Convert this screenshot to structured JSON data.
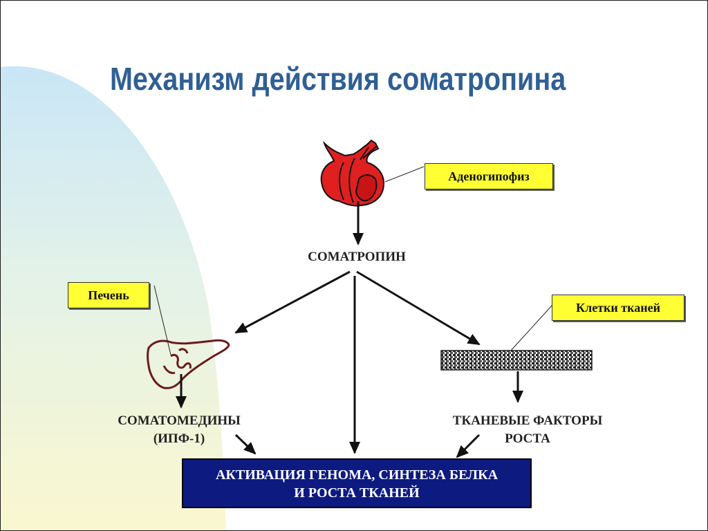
{
  "title": "Механизм действия соматропина",
  "callouts": {
    "pituitary": "Аденогипофиз",
    "liver": "Печень",
    "tissue_cells": "Клетки тканей"
  },
  "nodes": {
    "somatotropin": "СОМАТРОПИН",
    "somatomedins_line1": "СОМАТОМЕДИНЫ",
    "somatomedins_line2": "(ИПФ-1)",
    "tissue_factors_line1": "ТКАНЕВЫЕ ФАКТОРЫ",
    "tissue_factors_line2": "РОСТА",
    "result_line1": "АКТИВАЦИЯ ГЕНОМА, СИНТЕЗА БЕЛКА",
    "result_line2": "И РОСТА ТКАНЕЙ"
  },
  "colors": {
    "title": "#2f5f94",
    "callout_fill": "#ffff33",
    "result_fill": "#0d1a80",
    "pituitary": "#e02020",
    "liver_outline": "#6b1a1a"
  },
  "icons": [
    "pituitary-gland-icon",
    "liver-icon",
    "muscle-tissue-icon"
  ]
}
